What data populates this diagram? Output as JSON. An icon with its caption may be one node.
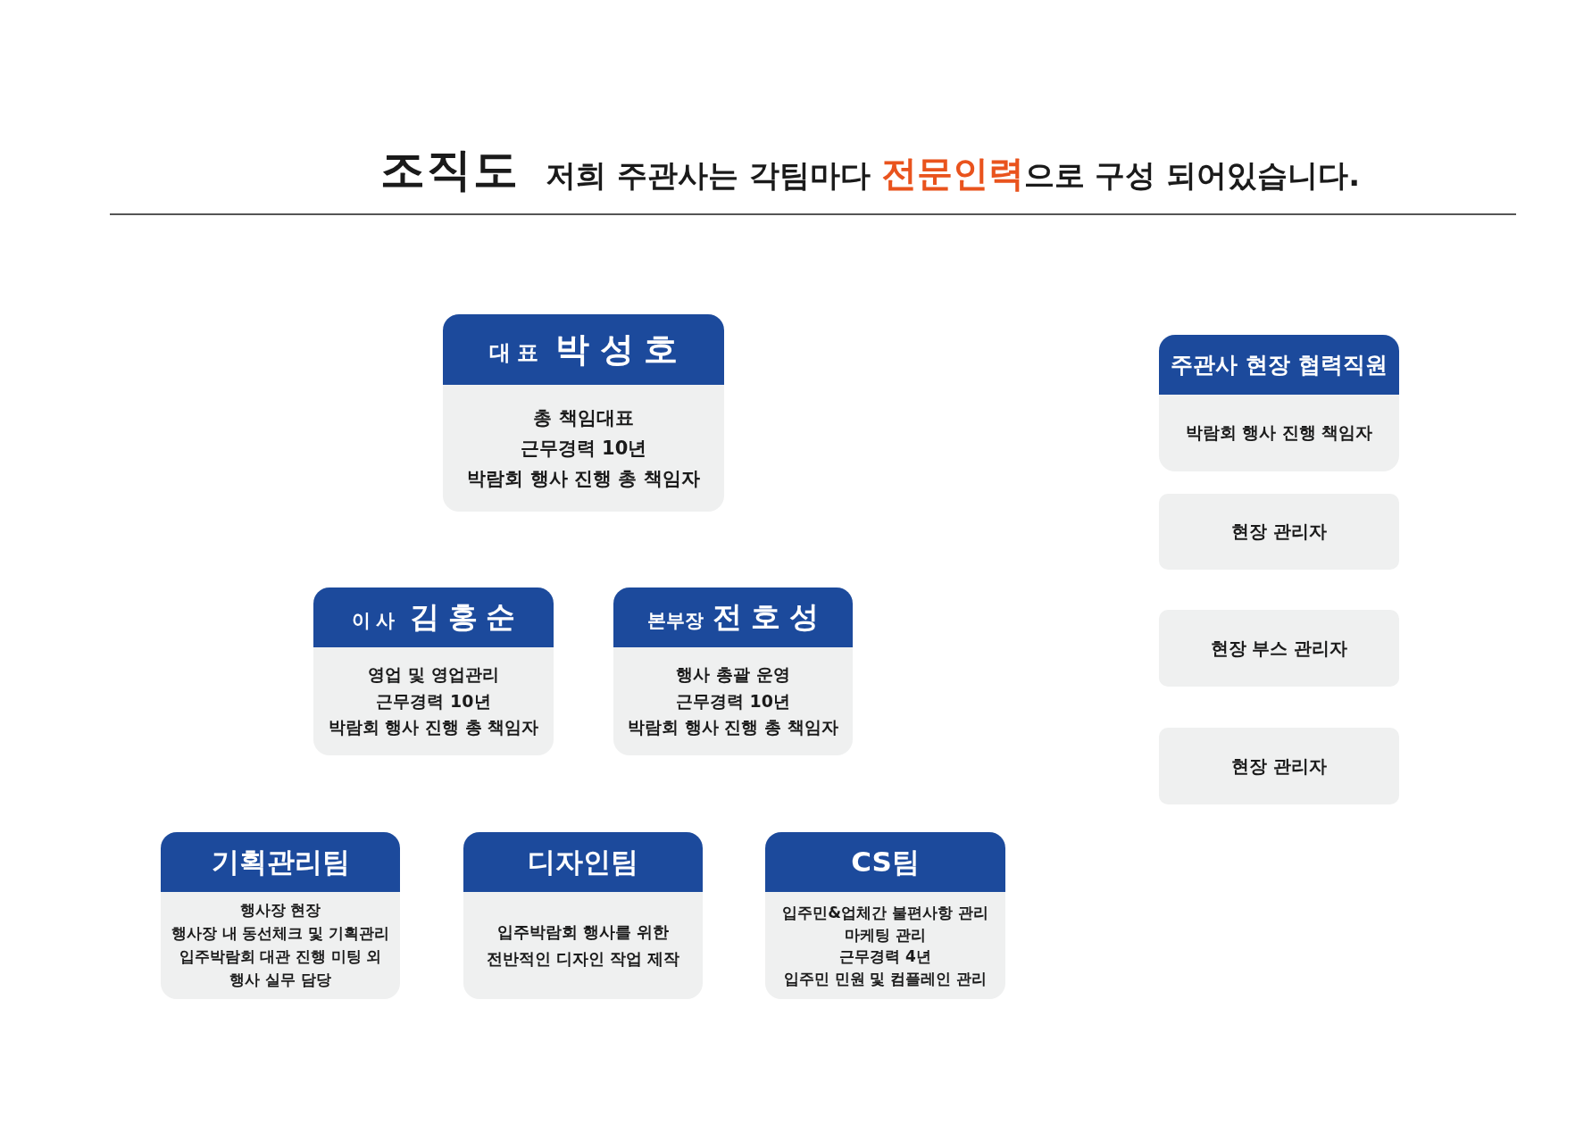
{
  "diagram": {
    "title": "조직도",
    "nodes": [
      {
        "text": [
          "대표",
          "박성호",
          "총 책임대표",
          "근무경력 10년",
          "박람회 행사 진행 총 책임자"
        ]
      },
      {
        "text": [
          "이사",
          "김홍순",
          "영업 및 영업관리",
          "근무경력 10년",
          "박람회 행사 진행 총 책임자"
        ]
      },
      {
        "text": [
          "본부장",
          "전호성",
          "행사 총괄 운영",
          "근무경력 10년",
          "박람회 행사 진행 총 책임자"
        ]
      },
      {
        "text": [
          "기획관리팀",
          "행사장 현장",
          "행사장 내 동선체크 및 기획관리",
          "입주박람회 대관 진행 미팅 외 행사 실무 담당"
        ]
      },
      {
        "text": [
          "디자인팀",
          "입주박람회 행사를 위한 전반적인 디자인 작업 제작"
        ]
      },
      {
        "text": [
          "CS팀",
          "입주민&업체간 불편사항 관리",
          "마케팅 관리",
          "근무경력 4년",
          "입주민 민원 및 컴플레인 관리"
        ]
      },
      {
        "text": [
          "주관사 현장 협력직원",
          "박람회 행사 진행 책임자"
        ]
      },
      {
        "text": [
          "현장 관리자"
        ]
      },
      {
        "text": [
          "현장 부스 관리자"
        ]
      },
      {
        "text": [
          "현장 관리자"
        ]
      }
    ],
    "labels": [
      "저희 주관사는 각팀마다 **전문인력**으로 구성 되어있습니다."
    ]
  }
}
